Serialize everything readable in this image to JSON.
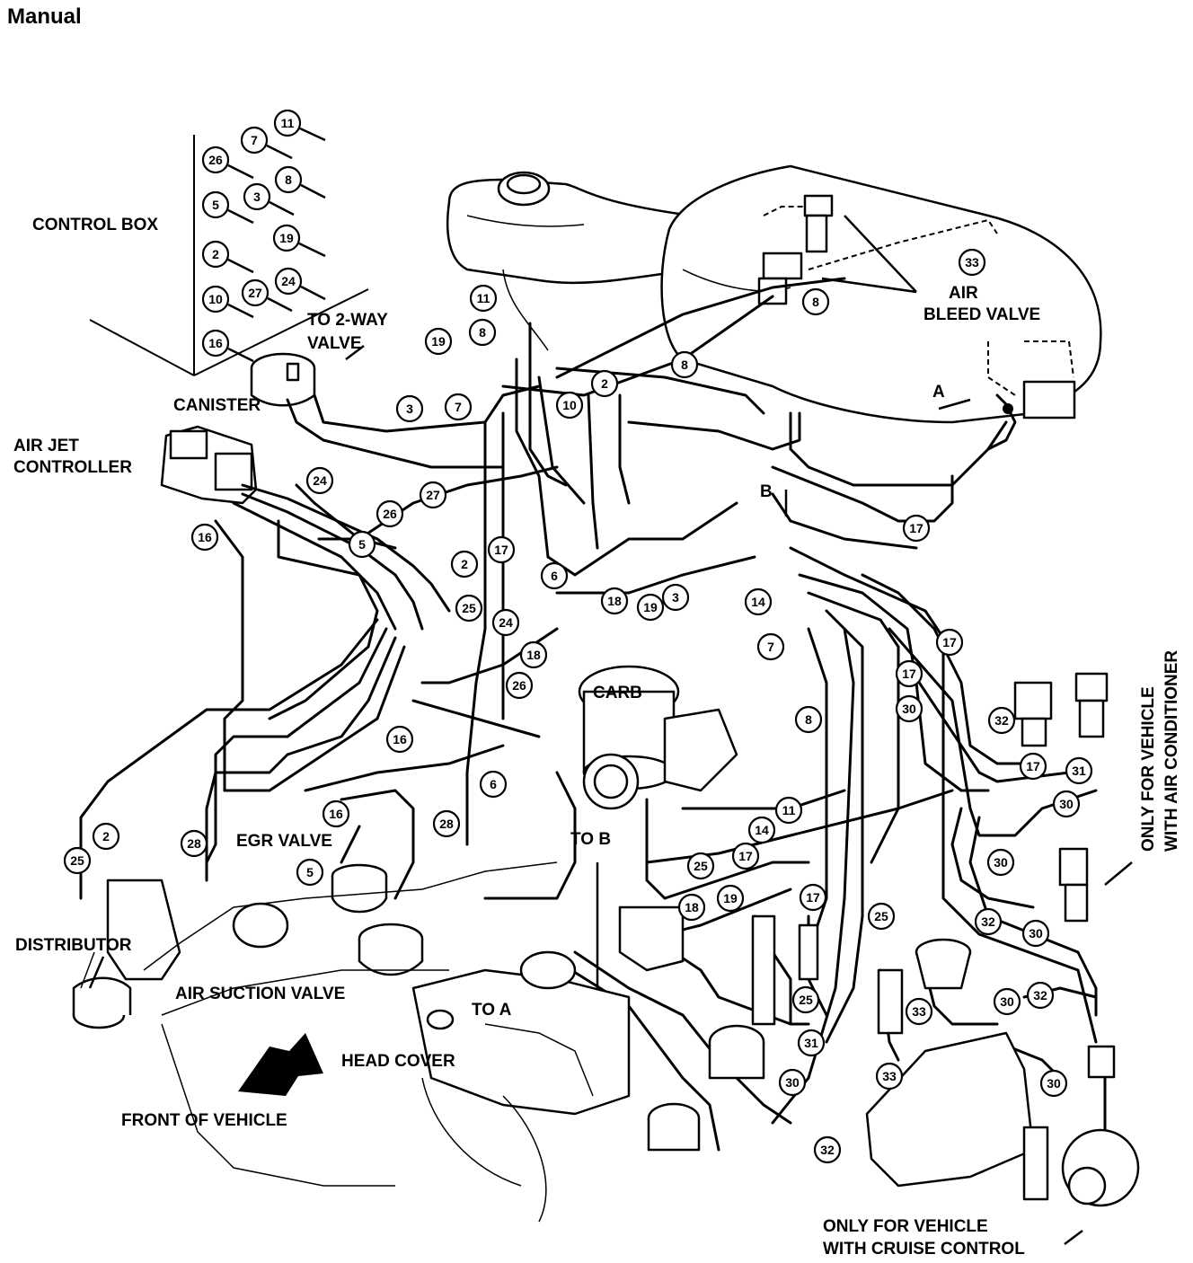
{
  "title": "Manual",
  "labels": {
    "control_box": "CONTROL BOX",
    "to_2way_line1": "TO 2-WAY",
    "to_2way_line2": "VALVE",
    "canister": "CANISTER",
    "air_jet_line1": "AIR JET",
    "air_jet_line2": "CONTROLLER",
    "air_bleed_line1": "AIR",
    "air_bleed_line2": "BLEED VALVE",
    "point_a": "A",
    "point_b": "B",
    "carb": "CARB",
    "to_b": "TO B",
    "to_a": "TO A",
    "egr_valve": "EGR VALVE",
    "distributor": "DISTRIBUTOR",
    "air_suction_valve": "AIR SUCTION VALVE",
    "head_cover": "HEAD COVER",
    "front_of_vehicle": "FRONT OF VEHICLE",
    "ac_line1": "ONLY FOR VEHICLE",
    "ac_line2": "WITH AIR CONDITIONER",
    "cruise_line1": "ONLY FOR VEHICLE",
    "cruise_line2": "WITH CRUISE CONTROL"
  },
  "control_box_numbers": [
    "11",
    "7",
    "26",
    "8",
    "5",
    "3",
    "19",
    "2",
    "24",
    "10",
    "27",
    "16"
  ],
  "hose_numbers": [
    "11",
    "8",
    "19",
    "2",
    "10",
    "3",
    "7",
    "8",
    "33",
    "8",
    "17",
    "16",
    "24",
    "26",
    "27",
    "5",
    "2",
    "17",
    "6",
    "25",
    "24",
    "18",
    "19",
    "3",
    "14",
    "18",
    "7",
    "26",
    "17",
    "17",
    "30",
    "8",
    "16",
    "6",
    "28",
    "16",
    "11",
    "14",
    "25",
    "17",
    "17",
    "25",
    "18",
    "19",
    "2",
    "25",
    "28",
    "5",
    "32",
    "17",
    "31",
    "30",
    "30",
    "32",
    "30",
    "25",
    "31",
    "30",
    "33",
    "32",
    "30",
    "33",
    "30",
    "32"
  ]
}
